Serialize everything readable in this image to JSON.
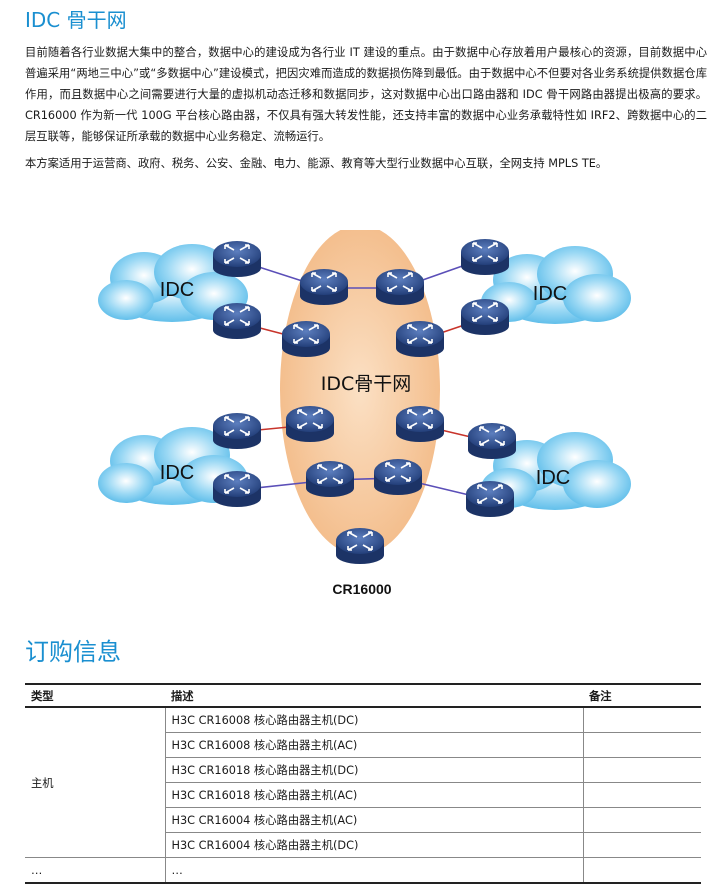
{
  "section_idc": {
    "title": "IDC 骨干网",
    "para1": "目前随着各行业数据大集中的整合，数据中心的建设成为各行业 IT 建设的重点。由于数据中心存放着用户最核心的资源，目前数据中心普遍采用“两地三中心”或“多数据中心”建设模式，把因灾难而造成的数据损伤降到最低。由于数据中心不但要对各业务系统提供数据仓库作用，而且数据中心之间需要进行大量的虚拟机动态迁移和数据同步，这对数据中心出口路由器和 IDC 骨干网路由器提出极高的要求。CR16000 作为新一代 100G 平台核心路由器，不仅具有强大转发性能，还支持丰富的数据中心业务承载特性如 IRF2、跨数据中心的二层互联等，能够保证所承载的数据中心业务稳定、流畅运行。",
    "para2": "本方案适用于运营商、政府、税务、公安、金融、电力、能源、教育等大型行业数据中心互联，全网支持 MPLS TE。"
  },
  "diagram": {
    "backbone_label": "IDC骨干网",
    "cloud_labels": [
      "IDC",
      "IDC",
      "IDC",
      "IDC"
    ],
    "legend_label": "CR16000",
    "colors": {
      "cloud": "#6cc6ee",
      "backbone": "#f6c79c",
      "router": "#2f4f8f",
      "link_blue": "#5b4fb8",
      "link_red": "#c8342b"
    }
  },
  "section_order": {
    "title": "订购信息",
    "table": {
      "headers": [
        "类型",
        "描述",
        "备注"
      ],
      "group_label": "主机",
      "rows": [
        "H3C CR16008  核心路由器主机(DC)",
        "H3C CR16008  核心路由器主机(AC)",
        "H3C CR16018  核心路由器主机(DC)",
        "H3C CR16018  核心路由器主机(AC)",
        "H3C CR16004  核心路由器主机(AC)",
        "H3C CR16004  核心路由器主机(DC)"
      ],
      "last_row": [
        "…",
        "…",
        ""
      ]
    }
  }
}
